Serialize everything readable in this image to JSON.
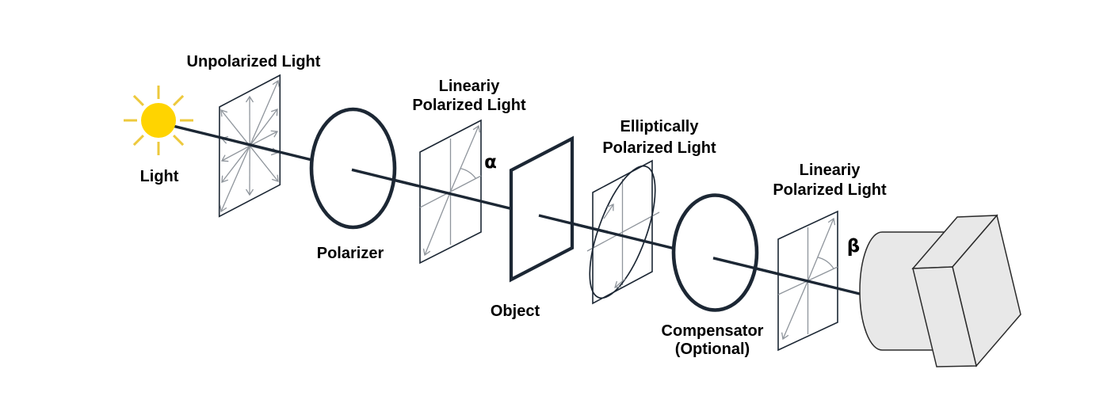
{
  "diagram": {
    "labels": {
      "light": "Light",
      "unpolarized_light": "Unpolarized Light",
      "polarizer": "Polarizer",
      "linearly_polarized_1": [
        "Lineariy",
        "Polarized Light"
      ],
      "alpha": "α",
      "object": "Object",
      "elliptically_polarized": [
        "Elliptically",
        "Polarized Light"
      ],
      "compensator": [
        "Compensator",
        "(Optional)"
      ],
      "linearly_polarized_2": [
        "Lineariy",
        "Polarized Light"
      ],
      "beta": "β"
    },
    "colors": {
      "sun_fill": "#FFD400",
      "sun_rays": "#EDC93D",
      "ink": "#1C2734",
      "gray": "#8F959C",
      "detector_fill": "#E8E8E8",
      "detector_stroke": "#2B2B2B",
      "text": "#000000"
    }
  }
}
